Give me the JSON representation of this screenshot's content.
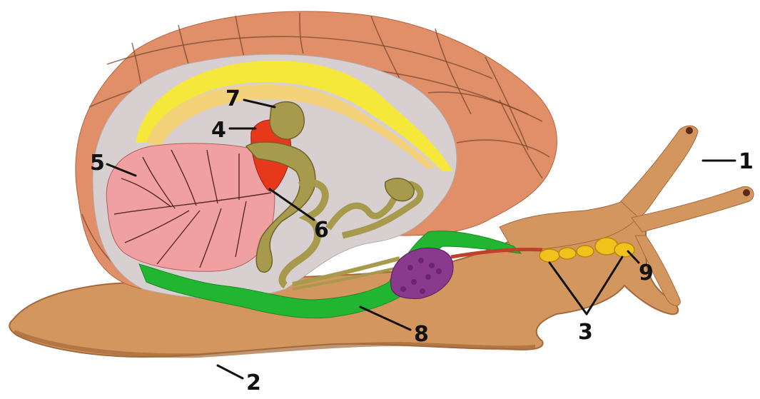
{
  "colors": {
    "body": "#d4965f",
    "body_edge": "#a4693a",
    "shell": "#e08f68",
    "shell_dark": "#b9603f",
    "mantle_cavity": "#d8d0d0",
    "yellow_band": "#f5e83a",
    "lung": "#f0a0a0",
    "heart": "#e8381c",
    "gland_olive": "#a89a4c",
    "green": "#22b531",
    "purple": "#8a3a8c",
    "ganglion": "#f2c21c"
  },
  "labels": {
    "l1": "1",
    "l2": "2",
    "l3": "3",
    "l4": "4",
    "l5": "5",
    "l6": "6",
    "l7": "7",
    "l8": "8",
    "l9": "9"
  }
}
